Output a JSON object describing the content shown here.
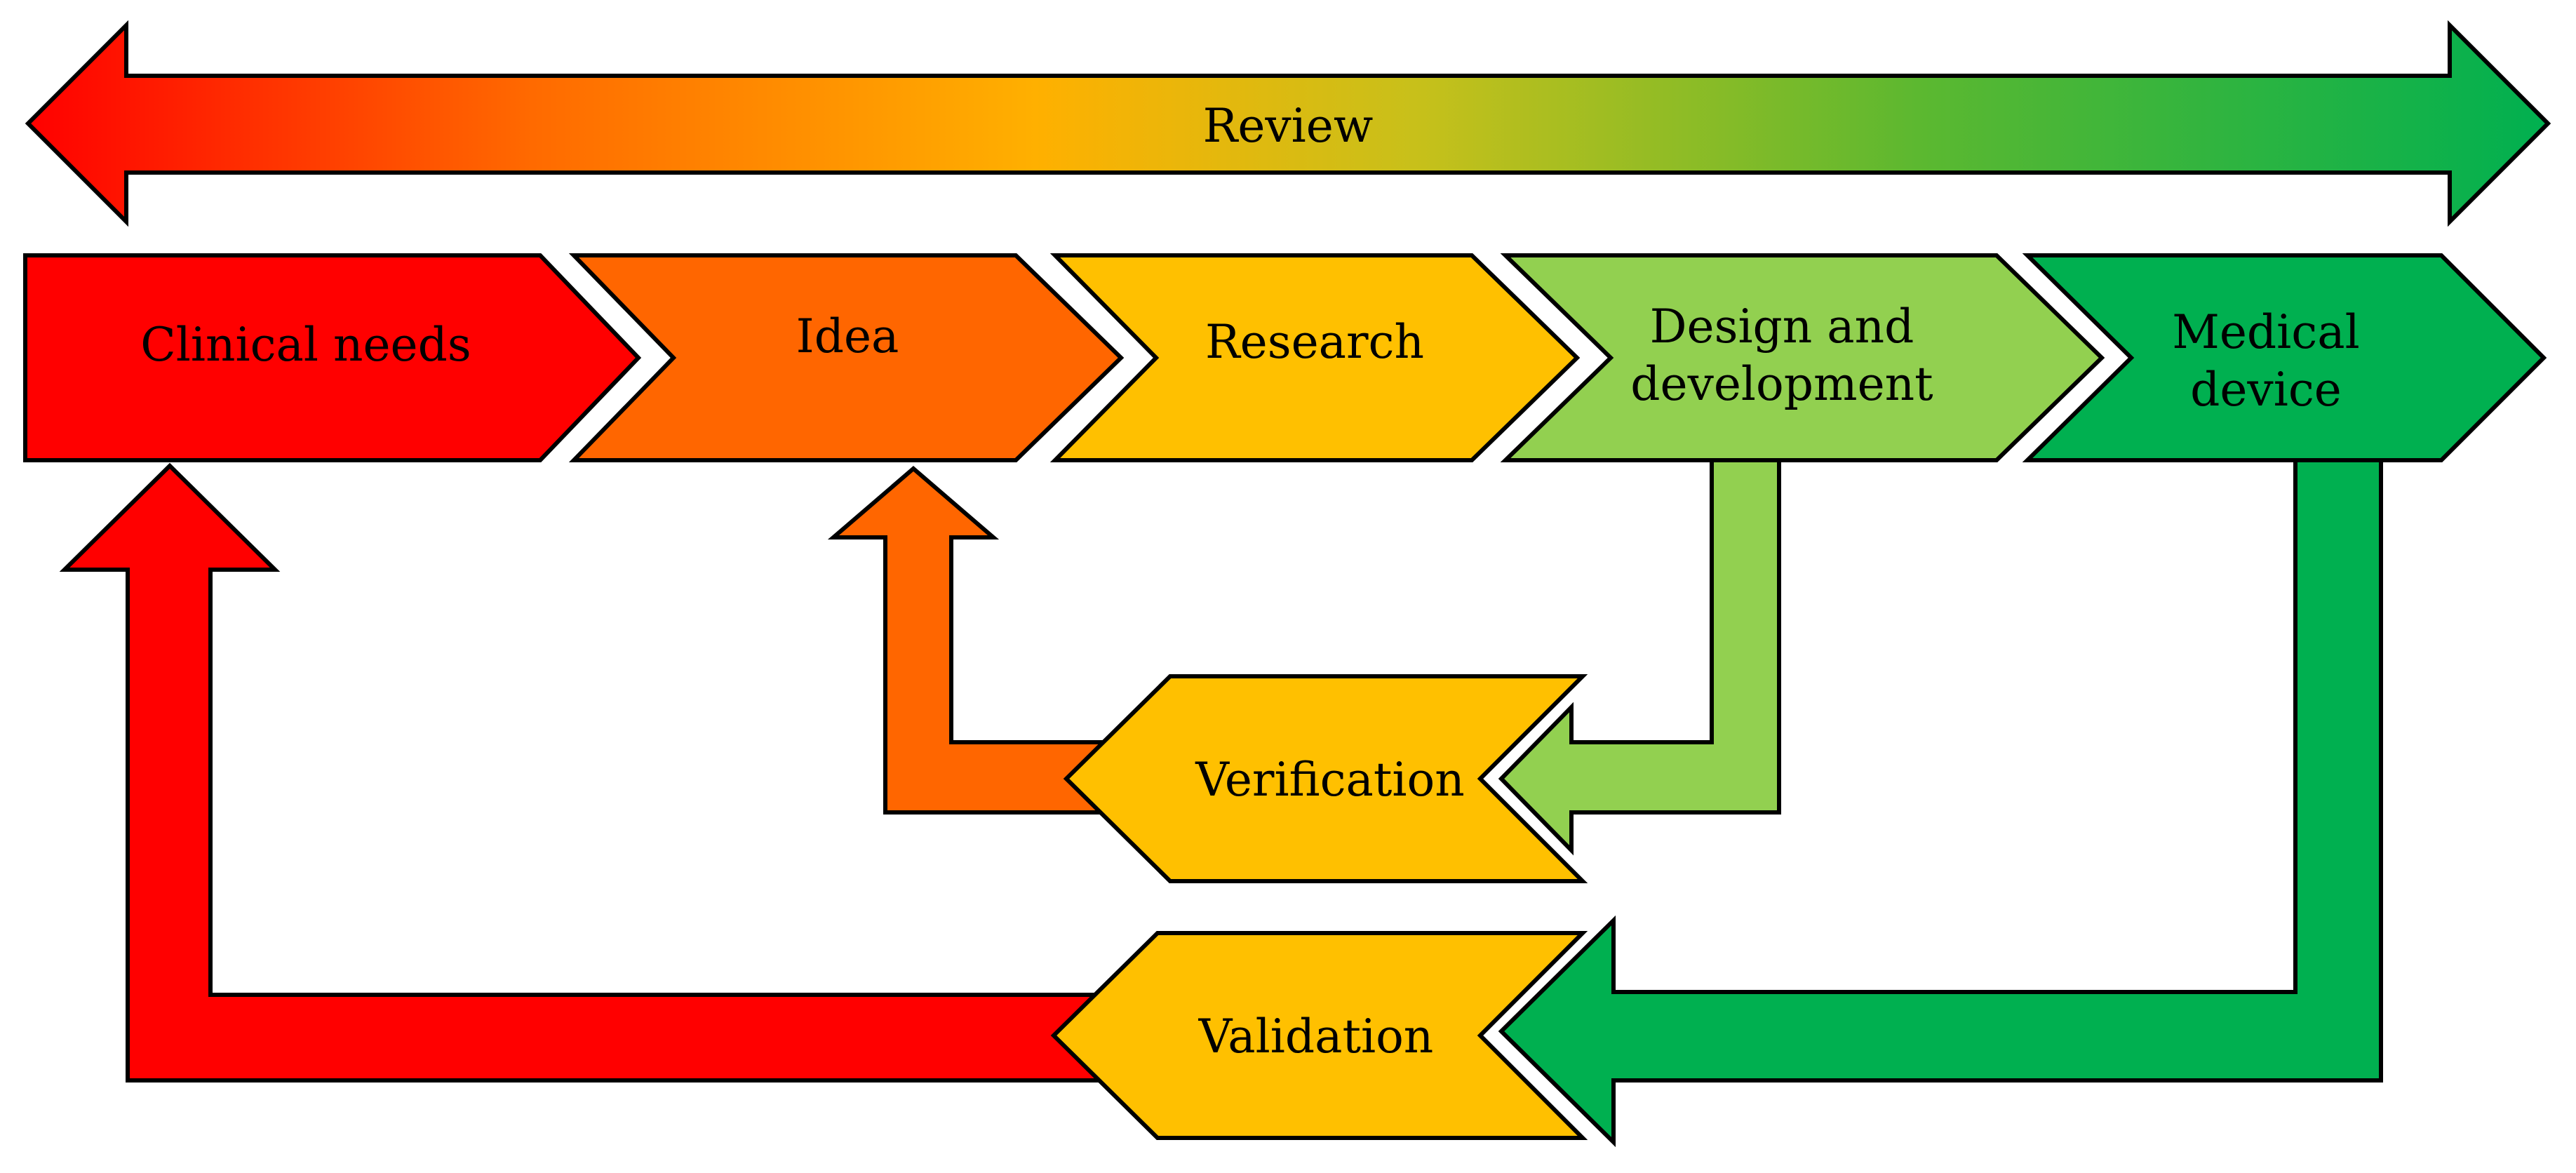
{
  "review": {
    "label": "Review"
  },
  "stages": {
    "clinical_needs": "Clinical needs",
    "idea": "Idea",
    "research": "Research",
    "design_line1": "Design and",
    "design_line2": "development",
    "medical_line1": "Medical",
    "medical_line2": "device"
  },
  "checks": {
    "verification": "Verification",
    "validation": "Validation"
  },
  "colors": {
    "red": "#ff0000",
    "orange": "#ff6600",
    "amber": "#ffc000",
    "light_green": "#92d050",
    "green": "#00b050"
  }
}
